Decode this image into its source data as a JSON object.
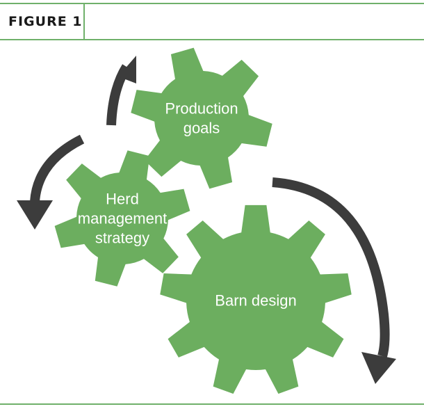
{
  "header": {
    "figure_label": "FIGURE 1"
  },
  "gears": [
    {
      "id": "production-goals",
      "lines": [
        "Production",
        "goals"
      ]
    },
    {
      "id": "herd-management-strategy",
      "lines": [
        "Herd",
        "management",
        "strategy"
      ]
    },
    {
      "id": "barn-design",
      "lines": [
        "Barn design"
      ]
    }
  ],
  "colors": {
    "gear_fill": "#6cae5f",
    "arrow": "#3c3c3c",
    "rule": "#6fb06a",
    "label_text": "#ffffff",
    "header_text": "#1a1a1a"
  }
}
